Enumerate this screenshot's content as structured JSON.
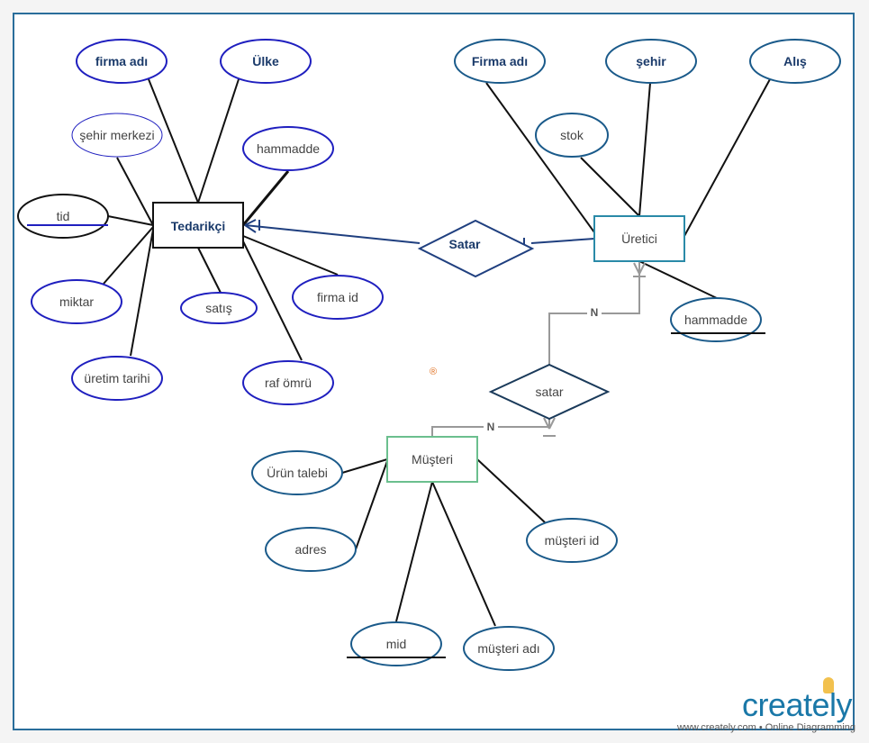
{
  "entities": {
    "tedarikci": "Tedarikçi",
    "uretici": "Üretici",
    "musteri": "Müşteri"
  },
  "relationships": {
    "satar_top": "Satar",
    "satar_bottom": "satar"
  },
  "attributes": {
    "firma_adi": "firma adı",
    "ulke": "Ülke",
    "sehir_merkezi": "şehir merkezi",
    "hammadde_t": "hammadde",
    "tid": "tid",
    "miktar": "miktar",
    "satis": "satış",
    "firma_id": "firma id",
    "uretim_tarihi": "üretim tarihi",
    "raf_omru": "raf ömrü",
    "firma_adi_u": "Firma adı",
    "sehir": "şehir",
    "alis": "Alış",
    "stok": "stok",
    "hammadde_u": "hammadde",
    "urun_talebi": "Ürün talebi",
    "adres": "adres",
    "musteri_id": "müşteri id",
    "mid": "mid",
    "musteri_adi": "müşteri adı"
  },
  "cardinality": {
    "n_upper": "N",
    "n_lower": "N"
  },
  "branding": {
    "logo": "creately",
    "tagline": "www.creately.com • Online Diagramming",
    "registered": "®"
  },
  "colors": {
    "frame": "#2a6e9b",
    "entity_tedarikci": "#111111",
    "entity_uretici": "#2a8aa8",
    "entity_musteri": "#6bbf8e",
    "ellipse_blue": "#1f1fbf",
    "ellipse_teal": "#1a5a8a",
    "relationship": "#1f3f7f",
    "connector_grey": "#999999"
  }
}
